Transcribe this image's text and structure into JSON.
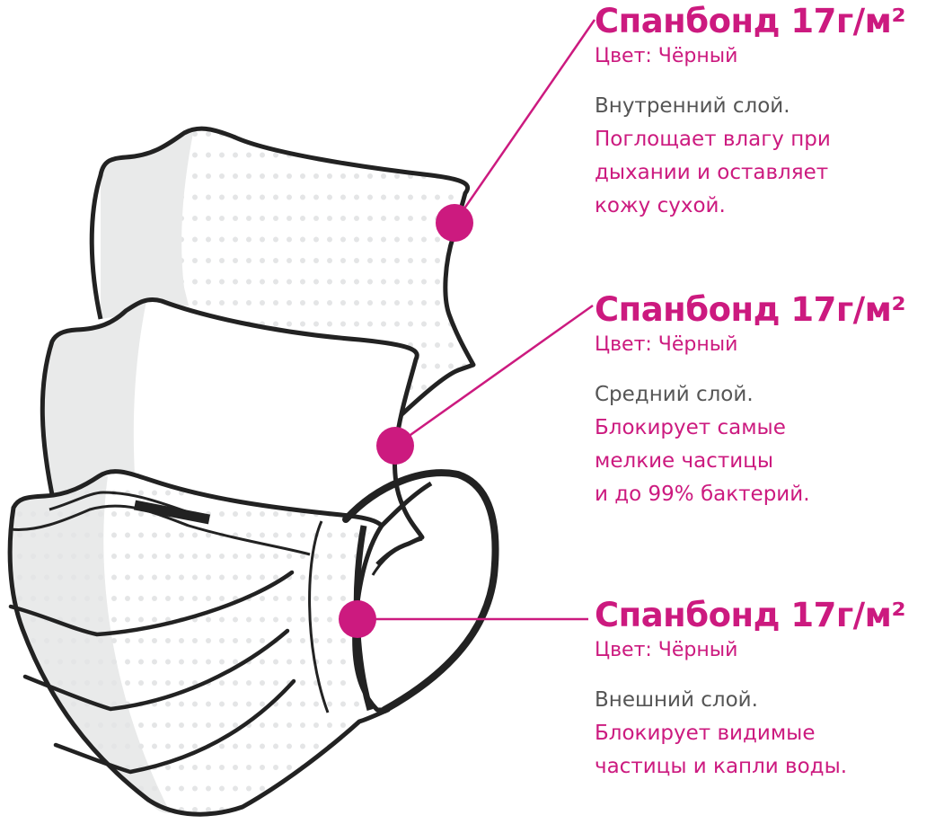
{
  "accent_color": "#cc1a7f",
  "outline_color": "#222222",
  "layers": [
    {
      "material": "Спанбонд 17г/м²",
      "color_label": "Цвет: Чёрный",
      "layer_name": "Внутренний слой.",
      "benefit": "Поглощает влагу при\nдыхании и оставляет\nкожу сухой."
    },
    {
      "material": "Спанбонд 17г/м²",
      "color_label": "Цвет: Чёрный",
      "layer_name": "Средний слой.",
      "benefit": "Блокирует самые\nмелкие частицы\nи до 99% бактерий."
    },
    {
      "material": "Спанбонд 17г/м²",
      "color_label": "Цвет: Чёрный",
      "layer_name": "Внешний слой.",
      "benefit": "Блокирует видимые\nчастицы и капли воды."
    }
  ]
}
